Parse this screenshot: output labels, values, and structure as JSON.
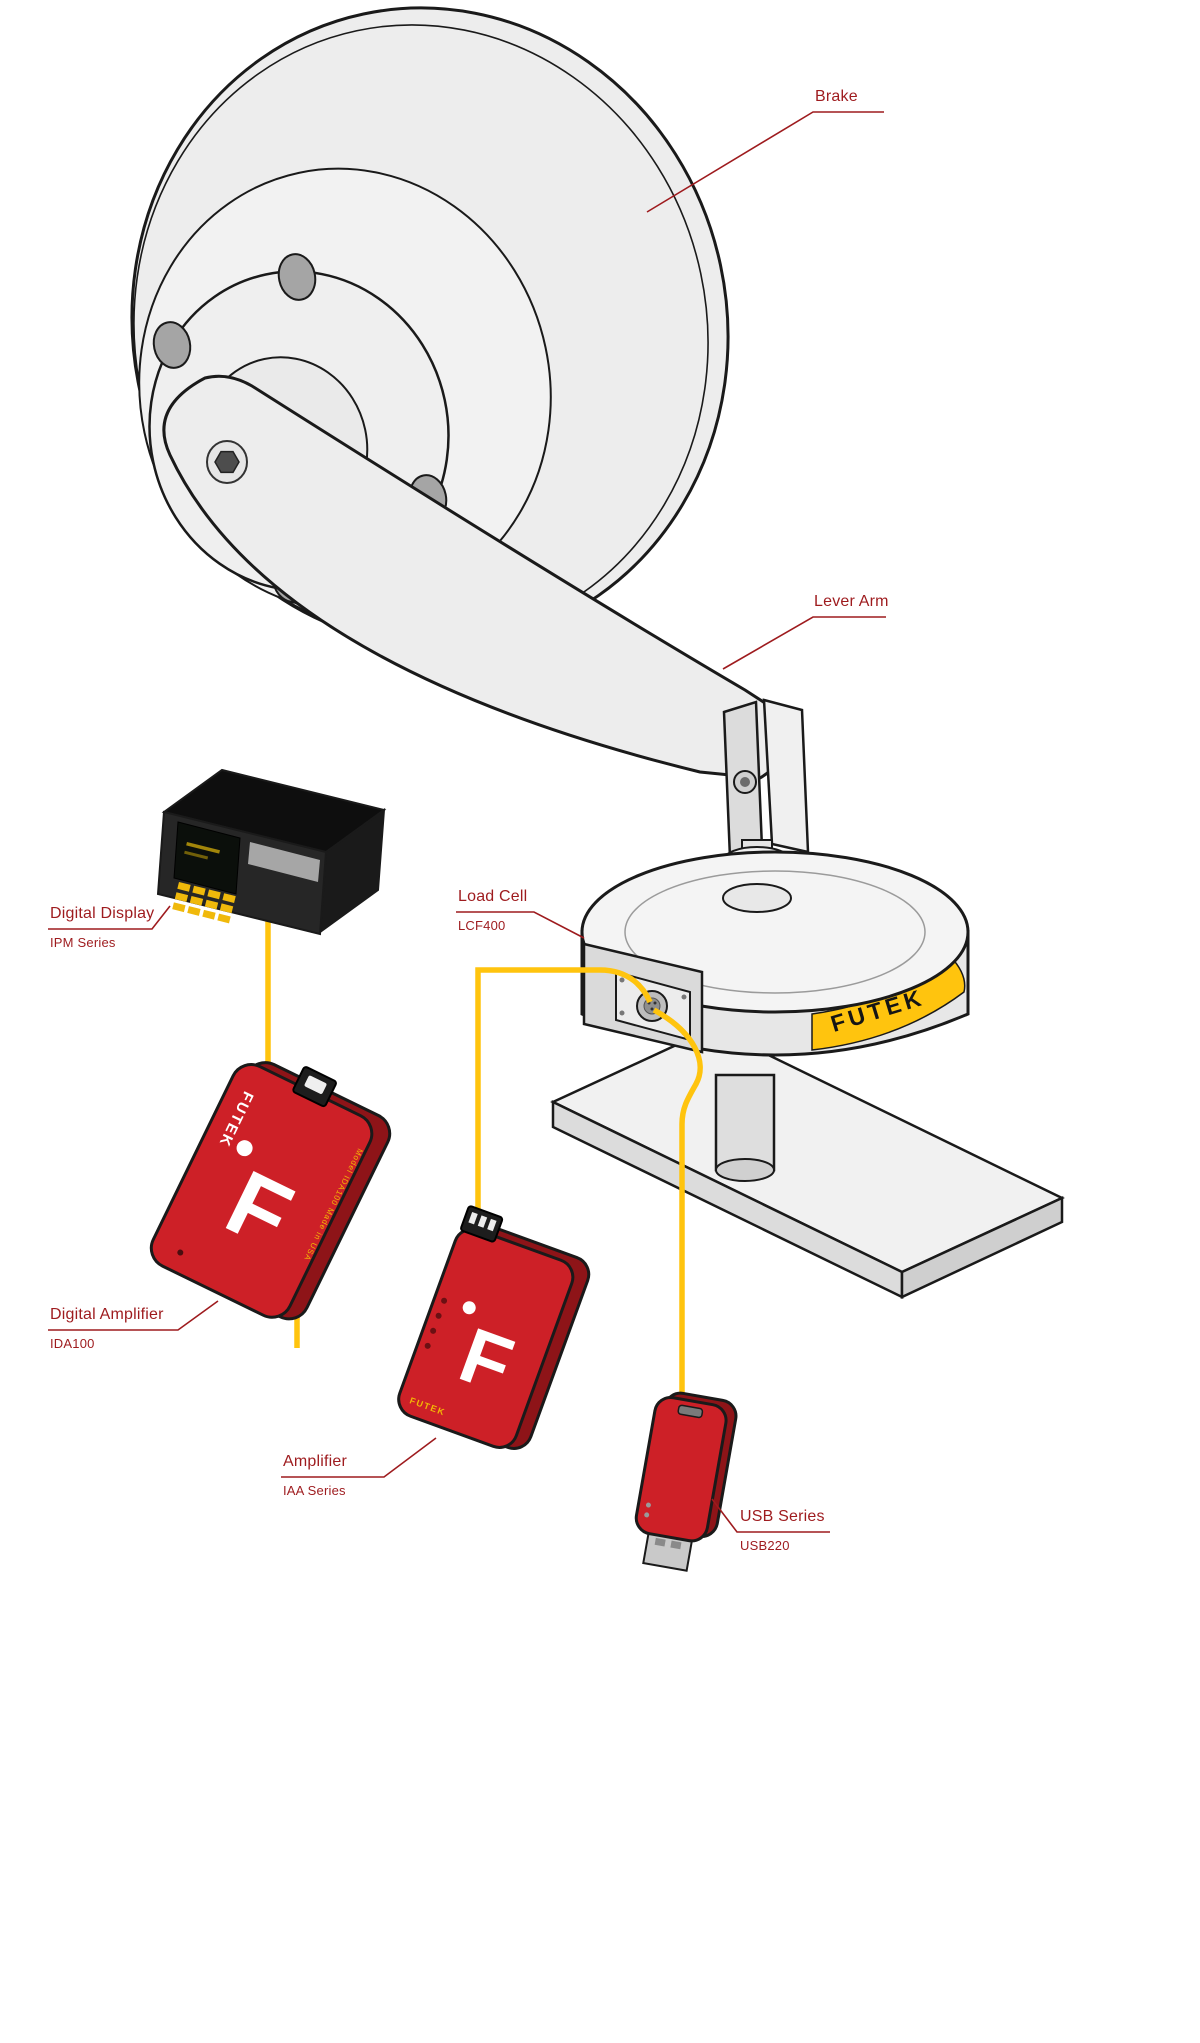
{
  "diagram": {
    "labels": {
      "brake": {
        "title": "Brake"
      },
      "lever_arm": {
        "title": "Lever Arm"
      },
      "load_cell": {
        "title": "Load Cell",
        "model": "LCF400"
      },
      "digital_display": {
        "title": "Digital Display",
        "model": "IPM Series"
      },
      "digital_amplifier": {
        "title": "Digital Amplifier",
        "model": "IDA100"
      },
      "amplifier": {
        "title": "Amplifier",
        "model": "IAA Series"
      },
      "usb": {
        "title": "USB Series",
        "model": "USB220"
      }
    },
    "branding": {
      "wordmark": "FUTEK",
      "logo_letter": "F",
      "ida_side_text": "Model IDA100  Made in USA"
    },
    "colors": {
      "label_red": "#9E1B1E",
      "device_red": "#CD2027",
      "device_red_dark": "#8E1418",
      "cable_yellow": "#FFC40E",
      "band_yellow": "#FFC40E",
      "machine_gray": "#EDEDED",
      "outline": "#1A1A1A"
    }
  }
}
